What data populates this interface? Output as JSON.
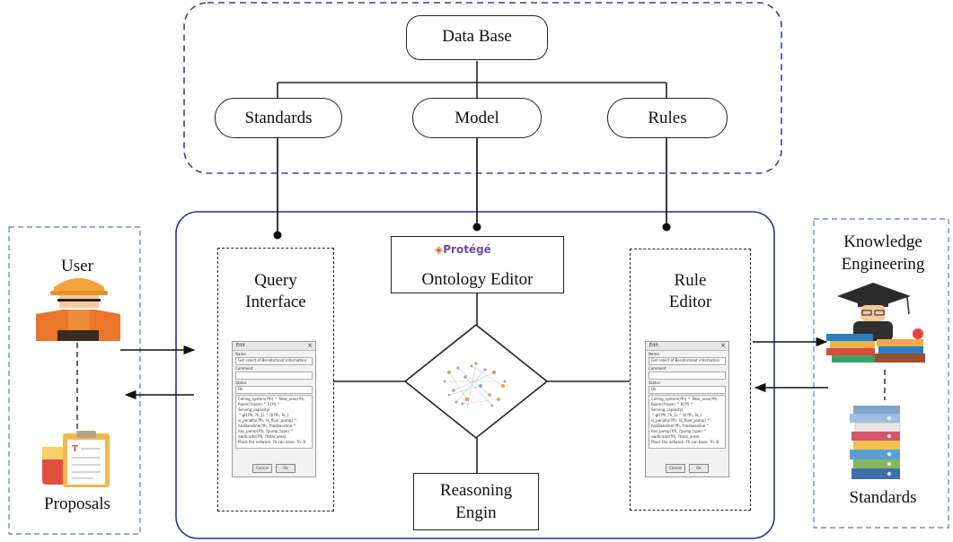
{
  "database": {
    "title": "Data Base",
    "nodes": [
      "Standards",
      "Model",
      "Rules"
    ]
  },
  "system": {
    "query_interface": [
      "Query",
      "Interface"
    ],
    "ontology_editor": {
      "logo": "Protégé",
      "label": "Ontology Editor"
    },
    "rule_editor": [
      "Rule",
      "Editor"
    ],
    "reasoning": [
      "Reasoning",
      "Engin"
    ]
  },
  "left_panel": {
    "user": "User",
    "proposals": "Proposals"
  },
  "right_panel": {
    "knowledge": [
      "Knowledge",
      "Engineering"
    ],
    "standards": "Standards"
  },
  "window_mock": {
    "title": "Edit",
    "name_label": "Name",
    "name_value": "Get select of Beroformant information",
    "comment_label": "Comment",
    "status_label": "Status",
    "status_value": "Ok",
    "body": [
      "Ceiling_system(?fh) ^ Total_area(?fh,",
      "Room(?room) ^ R(?f) ^ Serving_capacity(",
      "^ gt(?fh, ?k_1) ^ lt(?fh, ?k_)",
      "is_penalty(?fh, ?k_floor_pump) ^",
      "hasBaseline(?fh, ?hasbaseline ^",
      "has_pump(?fh, ?pump_type) ^",
      "swrlb:add(?fh, ?total_area)",
      "Place the network: ?h can base. ?h: B"
    ],
    "cancel": "Cancel",
    "ok": "Ok"
  },
  "colors": {
    "line": "#222222",
    "blue_dash": "#3a3fb0",
    "blue_solid": "#2a2f9a",
    "light_blue_dash": "#6d8fd0"
  }
}
